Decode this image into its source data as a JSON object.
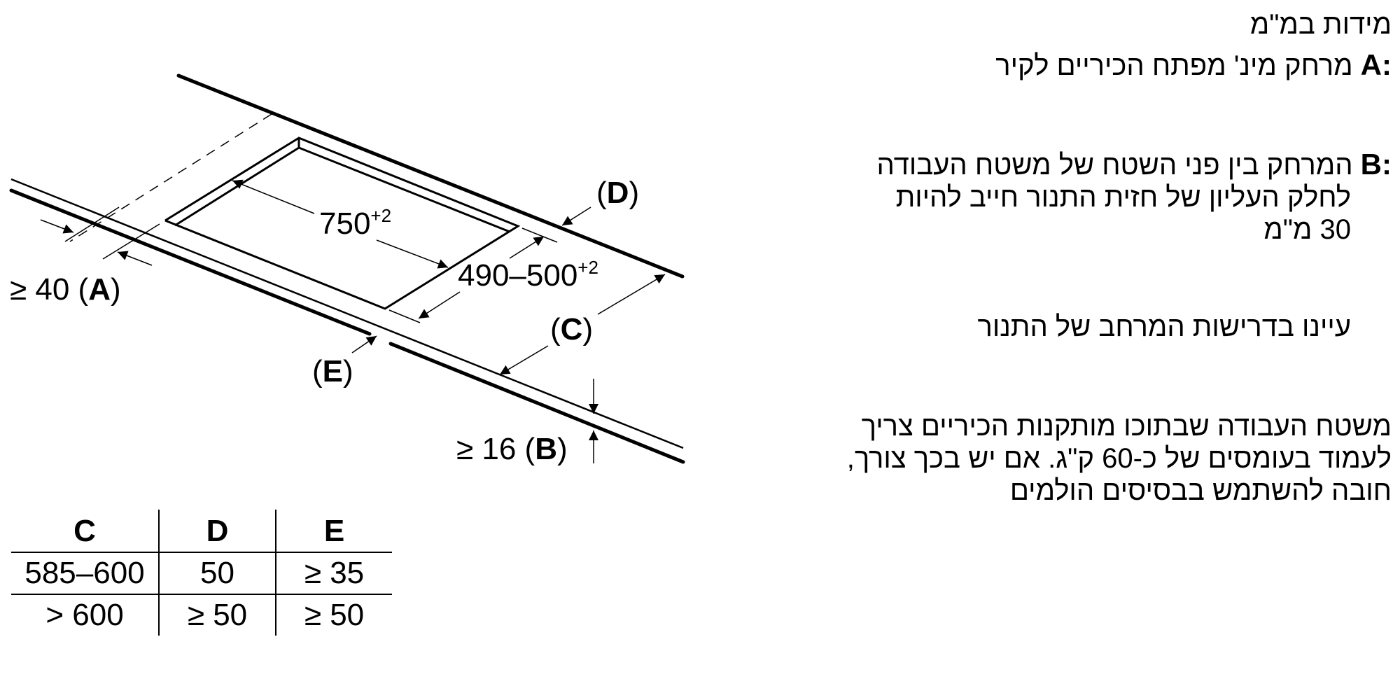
{
  "diagram": {
    "dim_width_label": "750",
    "dim_width_tolerance": "+2",
    "dim_depth_label": "490–500",
    "dim_depth_tolerance": "+2",
    "label_A": "≥ 40 (",
    "label_A_key": "A",
    "label_A_close": ")",
    "label_B": "≥ 16 (",
    "label_B_key": "B",
    "label_B_close": ")",
    "label_C_open": "(",
    "label_C_key": "C",
    "label_C_close": ")",
    "label_D_open": "(",
    "label_D_key": "D",
    "label_D_close": ")",
    "label_E_open": "(",
    "label_E_key": "E",
    "label_E_close": ")"
  },
  "spec_table": {
    "headers": [
      "C",
      "D",
      "E"
    ],
    "rows": [
      [
        "585–600",
        "50",
        "≥ 35"
      ],
      [
        "> 600",
        "≥ 50",
        "≥ 50"
      ]
    ]
  },
  "notes": {
    "units_title": "מידות במ\"מ",
    "A": {
      "key": "A:",
      "text": "מרחק מינ' מפתח הכיריים לקיר"
    },
    "B": {
      "key": "B:",
      "line1": "המרחק בין פני השטח של משטח העבודה",
      "line2": "לחלק העליון של חזית התנור חייב להיות",
      "line3": "30 מ\"מ"
    },
    "oven_ref": "עיינו בדרישות המרחב של התנור",
    "load": {
      "line1": "משטח העבודה שבתוכו מותקנות הכיריים צריך",
      "line2": "לעמוד בעומסים של כ-60 ק\"ג. אם יש בכך צורך,",
      "line3": "חובה להשתמש בבסיסים הולמים"
    }
  }
}
